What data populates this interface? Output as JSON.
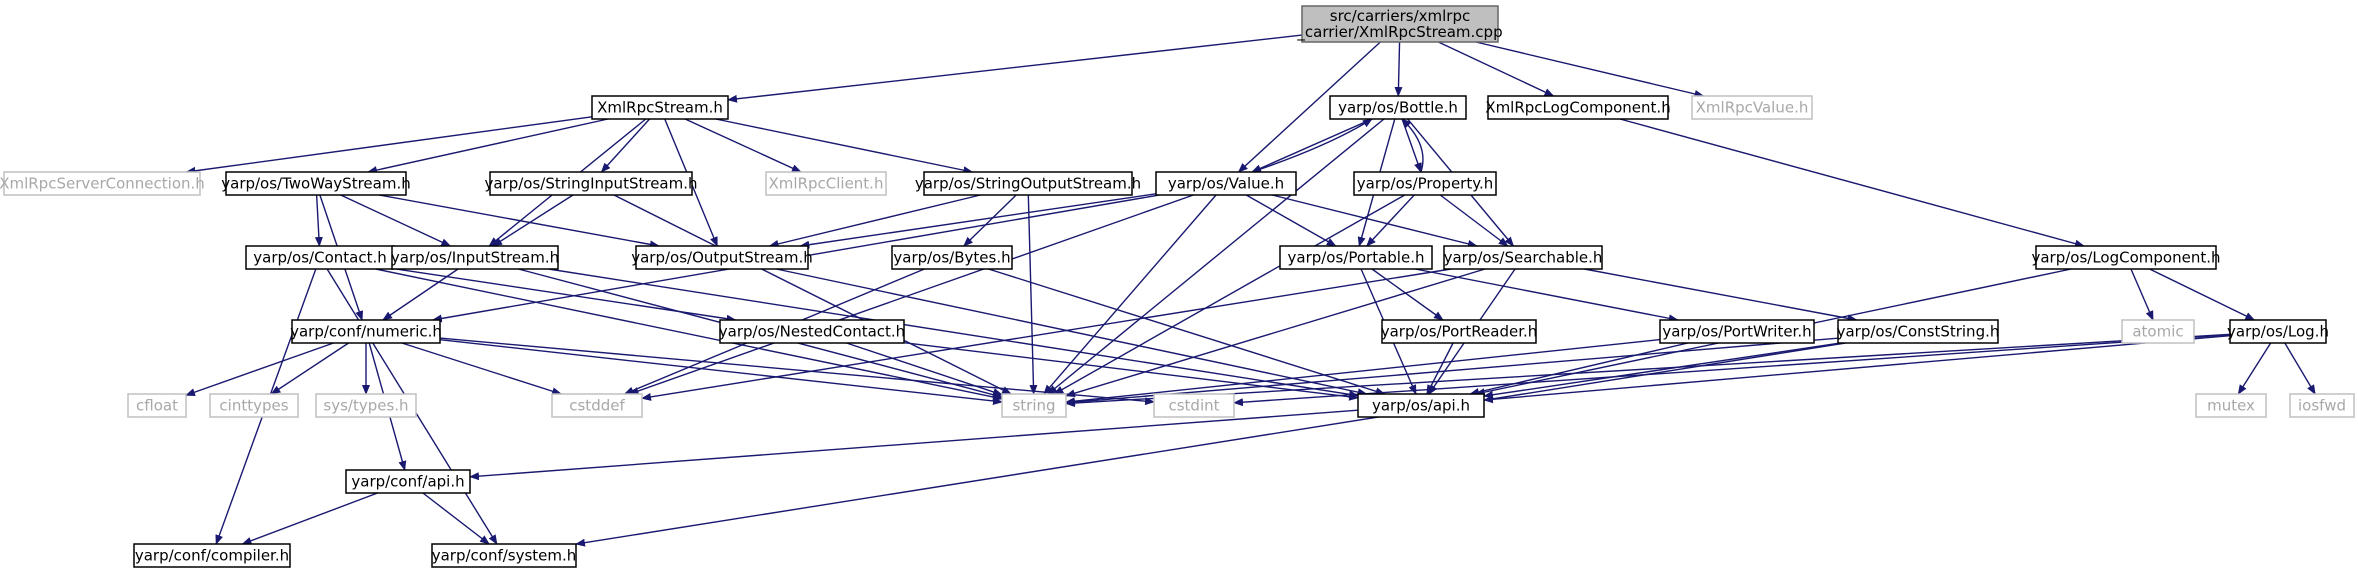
{
  "colors": {
    "edge": "#191970",
    "root_fill": "#bfbfbf",
    "ext_border": "#c0c0c0",
    "ext_text": "#a8a8a8"
  },
  "nodes": [
    {
      "id": "root",
      "label": [
        "src/carriers/xmlrpc",
        "_carrier/XmlRpcStream.cpp"
      ],
      "kind": "root"
    },
    {
      "id": "xrs_h",
      "label": [
        "XmlRpcStream.h"
      ],
      "kind": "int"
    },
    {
      "id": "bottle",
      "label": [
        "yarp/os/Bottle.h"
      ],
      "kind": "int"
    },
    {
      "id": "xrlog",
      "label": [
        "XmlRpcLogComponent.h"
      ],
      "kind": "int"
    },
    {
      "id": "xrval",
      "label": [
        "XmlRpcValue.h"
      ],
      "kind": "ext"
    },
    {
      "id": "xrsc",
      "label": [
        "XmlRpcServerConnection.h"
      ],
      "kind": "ext"
    },
    {
      "id": "twoway",
      "label": [
        "yarp/os/TwoWayStream.h"
      ],
      "kind": "int"
    },
    {
      "id": "strin",
      "label": [
        "yarp/os/StringInputStream.h"
      ],
      "kind": "int"
    },
    {
      "id": "xrclient",
      "label": [
        "XmlRpcClient.h"
      ],
      "kind": "ext"
    },
    {
      "id": "strout",
      "label": [
        "yarp/os/StringOutputStream.h"
      ],
      "kind": "int"
    },
    {
      "id": "value",
      "label": [
        "yarp/os/Value.h"
      ],
      "kind": "int"
    },
    {
      "id": "property",
      "label": [
        "yarp/os/Property.h"
      ],
      "kind": "int"
    },
    {
      "id": "contact",
      "label": [
        "yarp/os/Contact.h"
      ],
      "kind": "int"
    },
    {
      "id": "instream",
      "label": [
        "yarp/os/InputStream.h"
      ],
      "kind": "int"
    },
    {
      "id": "outstream",
      "label": [
        "yarp/os/OutputStream.h"
      ],
      "kind": "int"
    },
    {
      "id": "bytes",
      "label": [
        "yarp/os/Bytes.h"
      ],
      "kind": "int"
    },
    {
      "id": "portable",
      "label": [
        "yarp/os/Portable.h"
      ],
      "kind": "int"
    },
    {
      "id": "searchable",
      "label": [
        "yarp/os/Searchable.h"
      ],
      "kind": "int"
    },
    {
      "id": "logcomp",
      "label": [
        "yarp/os/LogComponent.h"
      ],
      "kind": "int"
    },
    {
      "id": "numeric",
      "label": [
        "yarp/conf/numeric.h"
      ],
      "kind": "int"
    },
    {
      "id": "nested",
      "label": [
        "yarp/os/NestedContact.h"
      ],
      "kind": "int"
    },
    {
      "id": "portreader",
      "label": [
        "yarp/os/PortReader.h"
      ],
      "kind": "int"
    },
    {
      "id": "portwriter",
      "label": [
        "yarp/os/PortWriter.h"
      ],
      "kind": "int"
    },
    {
      "id": "conststr",
      "label": [
        "yarp/os/ConstString.h"
      ],
      "kind": "int"
    },
    {
      "id": "atomic",
      "label": [
        "atomic"
      ],
      "kind": "ext"
    },
    {
      "id": "log",
      "label": [
        "yarp/os/Log.h"
      ],
      "kind": "int"
    },
    {
      "id": "cfloat",
      "label": [
        "cfloat"
      ],
      "kind": "ext"
    },
    {
      "id": "cinttypes",
      "label": [
        "cinttypes"
      ],
      "kind": "ext"
    },
    {
      "id": "systypes",
      "label": [
        "sys/types.h"
      ],
      "kind": "ext"
    },
    {
      "id": "cstddef",
      "label": [
        "cstddef"
      ],
      "kind": "ext"
    },
    {
      "id": "string",
      "label": [
        "string"
      ],
      "kind": "ext"
    },
    {
      "id": "cstdint",
      "label": [
        "cstdint"
      ],
      "kind": "ext"
    },
    {
      "id": "api",
      "label": [
        "yarp/os/api.h"
      ],
      "kind": "int"
    },
    {
      "id": "mutex",
      "label": [
        "mutex"
      ],
      "kind": "ext"
    },
    {
      "id": "iosfwd",
      "label": [
        "iosfwd"
      ],
      "kind": "ext"
    },
    {
      "id": "confapi",
      "label": [
        "yarp/conf/api.h"
      ],
      "kind": "int"
    },
    {
      "id": "compiler",
      "label": [
        "yarp/conf/compiler.h"
      ],
      "kind": "int"
    },
    {
      "id": "system",
      "label": [
        "yarp/conf/system.h"
      ],
      "kind": "int"
    }
  ],
  "edges": [
    [
      "root",
      "xrs_h"
    ],
    [
      "root",
      "bottle"
    ],
    [
      "root",
      "xrlog"
    ],
    [
      "root",
      "xrval"
    ],
    [
      "root",
      "value"
    ],
    [
      "xrs_h",
      "xrsc"
    ],
    [
      "xrs_h",
      "twoway"
    ],
    [
      "xrs_h",
      "strin"
    ],
    [
      "xrs_h",
      "xrclient"
    ],
    [
      "xrs_h",
      "strout"
    ],
    [
      "xrs_h",
      "instream"
    ],
    [
      "xrs_h",
      "outstream"
    ],
    [
      "bottle",
      "value"
    ],
    [
      "bottle",
      "property"
    ],
    [
      "bottle",
      "portable"
    ],
    [
      "bottle",
      "searchable"
    ],
    [
      "bottle",
      "string"
    ],
    [
      "xrlog",
      "logcomp"
    ],
    [
      "twoway",
      "contact"
    ],
    [
      "twoway",
      "instream"
    ],
    [
      "twoway",
      "outstream"
    ],
    [
      "twoway",
      "numeric"
    ],
    [
      "strin",
      "instream"
    ],
    [
      "strin",
      "string"
    ],
    [
      "strout",
      "outstream"
    ],
    [
      "strout",
      "bytes"
    ],
    [
      "strout",
      "string"
    ],
    [
      "value",
      "bottle"
    ],
    [
      "value",
      "portable"
    ],
    [
      "value",
      "searchable"
    ],
    [
      "value",
      "outstream"
    ],
    [
      "value",
      "string"
    ],
    [
      "value",
      "cstddef"
    ],
    [
      "value",
      "numeric"
    ],
    [
      "property",
      "bottle"
    ],
    [
      "property",
      "portable"
    ],
    [
      "property",
      "searchable"
    ],
    [
      "property",
      "string"
    ],
    [
      "contact",
      "nested"
    ],
    [
      "contact",
      "string"
    ],
    [
      "contact",
      "compiler"
    ],
    [
      "contact",
      "system"
    ],
    [
      "instream",
      "numeric"
    ],
    [
      "instream",
      "api"
    ],
    [
      "instream",
      "string"
    ],
    [
      "outstream",
      "api"
    ],
    [
      "bytes",
      "api"
    ],
    [
      "bytes",
      "cstddef"
    ],
    [
      "portable",
      "portreader"
    ],
    [
      "portable",
      "portwriter"
    ],
    [
      "portable",
      "api"
    ],
    [
      "searchable",
      "conststr"
    ],
    [
      "searchable",
      "api"
    ],
    [
      "searchable",
      "string"
    ],
    [
      "searchable",
      "cstddef"
    ],
    [
      "logcomp",
      "atomic"
    ],
    [
      "logcomp",
      "log"
    ],
    [
      "logcomp",
      "api"
    ],
    [
      "numeric",
      "cfloat"
    ],
    [
      "numeric",
      "cinttypes"
    ],
    [
      "numeric",
      "systypes"
    ],
    [
      "numeric",
      "cstddef"
    ],
    [
      "numeric",
      "string"
    ],
    [
      "numeric",
      "cstdint"
    ],
    [
      "numeric",
      "confapi"
    ],
    [
      "nested",
      "string"
    ],
    [
      "nested",
      "api"
    ],
    [
      "portreader",
      "api"
    ],
    [
      "portwriter",
      "api"
    ],
    [
      "portwriter",
      "string"
    ],
    [
      "conststr",
      "string"
    ],
    [
      "conststr",
      "api"
    ],
    [
      "conststr",
      "system"
    ],
    [
      "log",
      "api"
    ],
    [
      "log",
      "mutex"
    ],
    [
      "log",
      "iosfwd"
    ],
    [
      "log",
      "string"
    ],
    [
      "log",
      "cstdint"
    ],
    [
      "api",
      "confapi"
    ],
    [
      "confapi",
      "compiler"
    ],
    [
      "confapi",
      "system"
    ]
  ]
}
